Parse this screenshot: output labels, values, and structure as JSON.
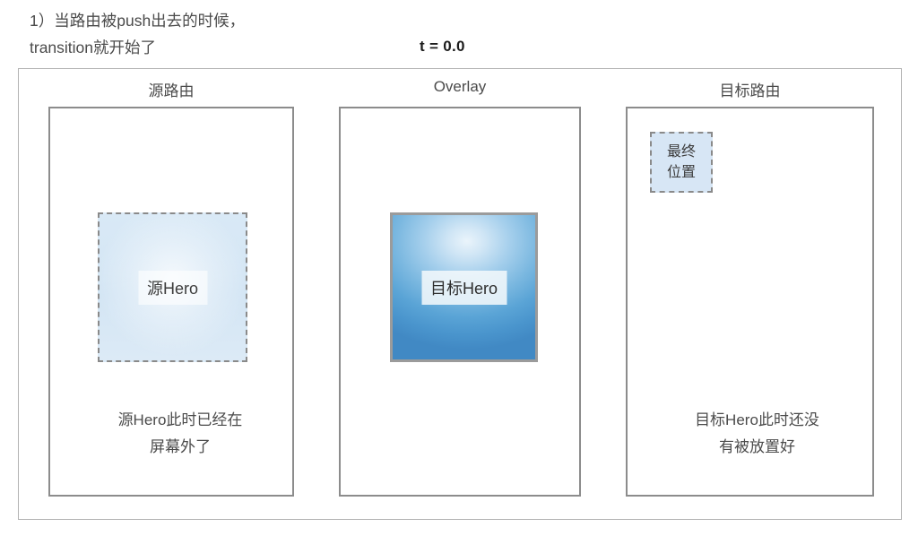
{
  "header": {
    "caption": "1）当路由被push出去的时候，\ntransition就开始了",
    "time_label": "t = 0.0"
  },
  "columns": [
    {
      "key": "source",
      "title": "源路由",
      "hero": {
        "label": "源Hero",
        "style": "faded-dashed"
      },
      "note": "源Hero此时已经在\n屏幕外了"
    },
    {
      "key": "overlay",
      "title": "Overlay",
      "hero": {
        "label": "目标Hero",
        "style": "blue-gradient"
      },
      "note": ""
    },
    {
      "key": "target",
      "title": "目标路由",
      "final_slot": {
        "line1": "最终",
        "line2": "位置"
      },
      "note": "目标Hero此时还没\n有被放置好"
    }
  ],
  "colors": {
    "outer_frame_border": "#b3b3b3",
    "panel_border": "#8c8c8c",
    "dashed_border": "#8a8a8a",
    "hero_faded_fill": "#d9e9f6",
    "hero_blue_edge": "#4189c4",
    "hero_blue_center": "#eaf4fb",
    "final_slot_fill": "#d7e6f5",
    "text": "#4b4b4b",
    "time_text": "#1c1c1c",
    "background": "#ffffff"
  }
}
